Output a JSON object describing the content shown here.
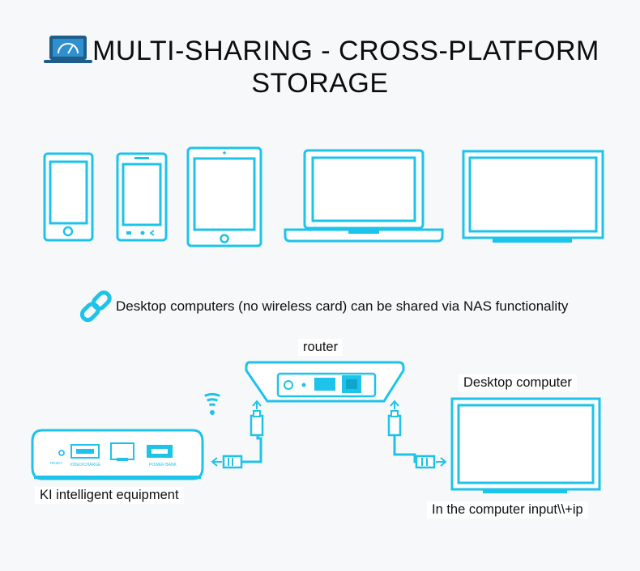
{
  "title": {
    "line1": "MULTI-SHARING - CROSS-PLATFORM",
    "line2": "STORAGE"
  },
  "note": "Desktop computers (no wireless card) can be shared via NAS functionality",
  "labels": {
    "router": "router",
    "desktop_computer": "Desktop computer",
    "ki_equipment": "KI intelligent equipment",
    "computer_input": "In the computer input\\\\+ip"
  },
  "device_ports": {
    "video_charge": "VIDEO/CHARGE",
    "power_bank": "POWER BANK",
    "reset": "RESET"
  },
  "colors": {
    "accent": "#1ec3ea",
    "accent_dark": "#0fa6cc",
    "device_fill": "#ffffff",
    "text": "#111111"
  },
  "icons": [
    "laptop-speed-icon",
    "link-chain-icon",
    "wifi-icon"
  ]
}
